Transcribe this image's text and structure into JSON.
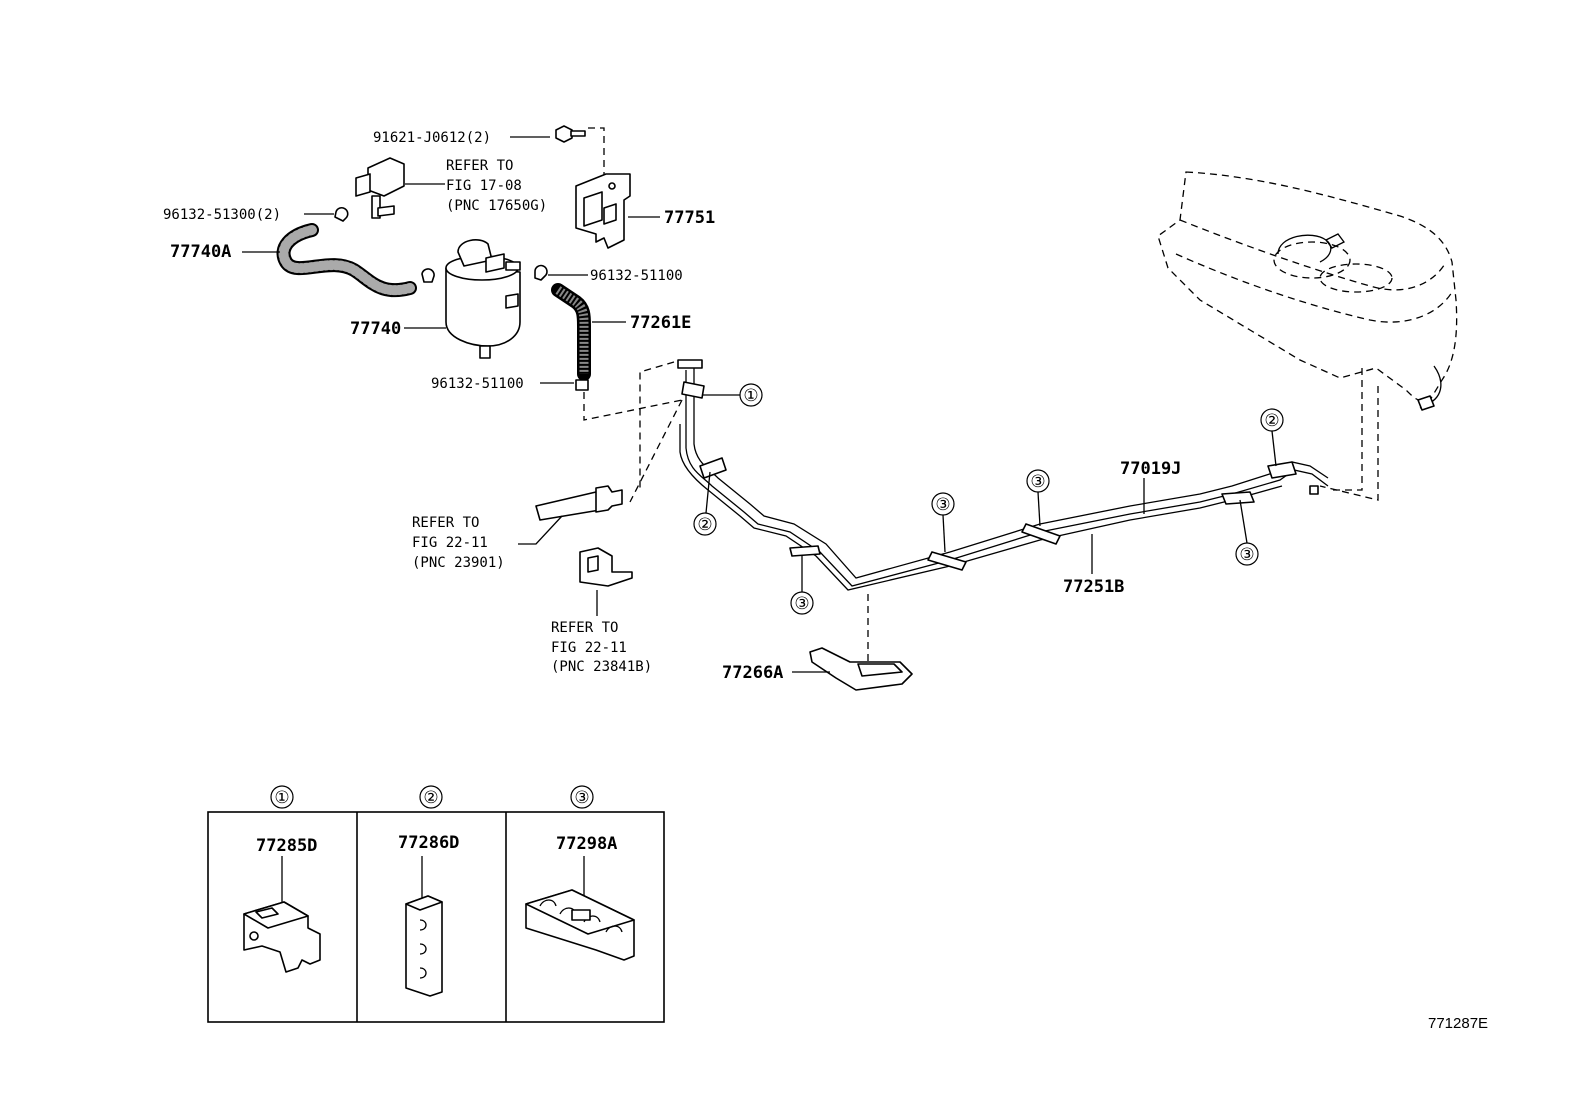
{
  "labels": {
    "bolt": "91621-J0612(2)",
    "refer_17_08": [
      "REFER TO",
      "FIG 17-08",
      "(PNC 17650G)"
    ],
    "clamp_51300": "96132-51300(2)",
    "bracket": "77751",
    "hose_a": "77740A",
    "clamp_51100_top": "96132-51100",
    "canister": "77740",
    "hose_e": "77261E",
    "clamp_51100_bottom": "96132-51100",
    "refer_22_11_a": [
      "REFER TO",
      "FIG 22-11",
      "(PNC 23901)"
    ],
    "refer_22_11_b": [
      "REFER TO",
      "FIG 22-11",
      "(PNC 23841B)"
    ],
    "protector": "77266A",
    "tube_j": "77019J",
    "tube_b": "77251B",
    "figure_id": "771287E"
  },
  "callouts": {
    "c1": "①",
    "c2": "②",
    "c3": "③"
  },
  "legend": {
    "headers": [
      "①",
      "②",
      "③"
    ],
    "parts": [
      "77285D",
      "77286D",
      "77298A"
    ]
  }
}
